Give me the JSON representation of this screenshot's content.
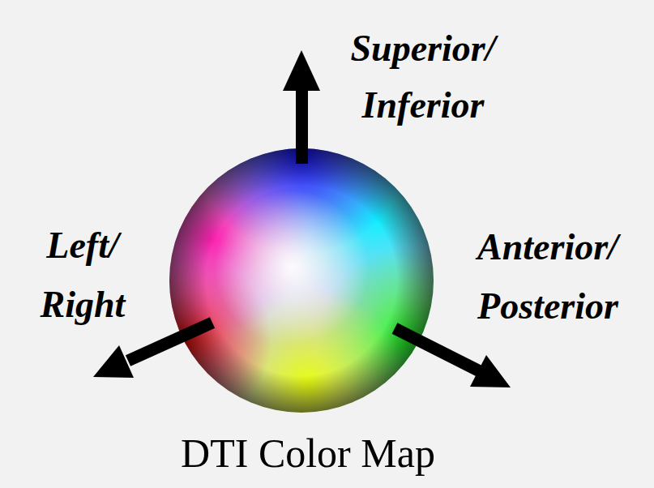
{
  "diagram": {
    "caption": "DTI Color Map",
    "labels": [
      "Superior/ Inferior",
      "Left/ Right",
      "Anterior/ Posterior"
    ]
  }
}
